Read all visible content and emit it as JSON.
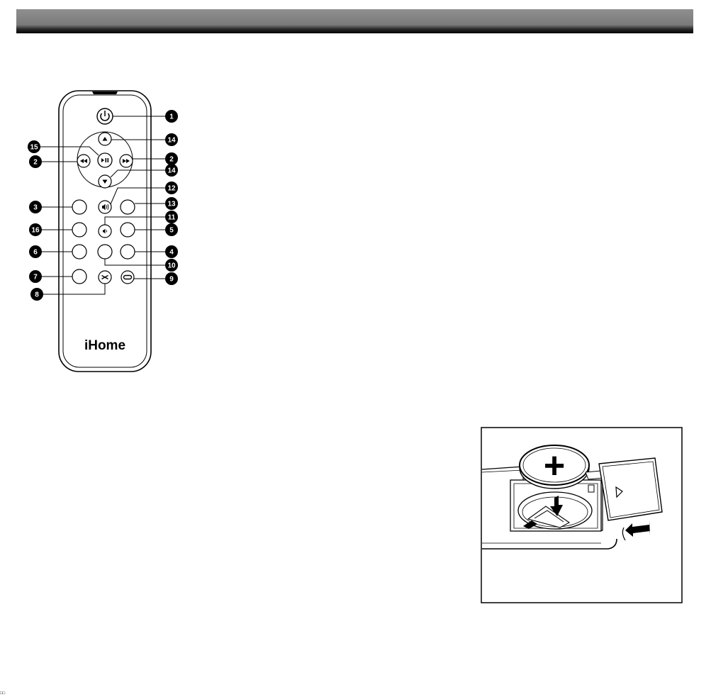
{
  "remote": {
    "brand": "iHome",
    "callouts": [
      "1",
      "14",
      "15",
      "2",
      "2",
      "14",
      "12",
      "3",
      "13",
      "11",
      "16",
      "5",
      "6",
      "4",
      "10",
      "7",
      "9",
      "8"
    ]
  },
  "battery_diagram": {
    "coin_cell_symbol": "+"
  },
  "page_corner_mark": "□□"
}
